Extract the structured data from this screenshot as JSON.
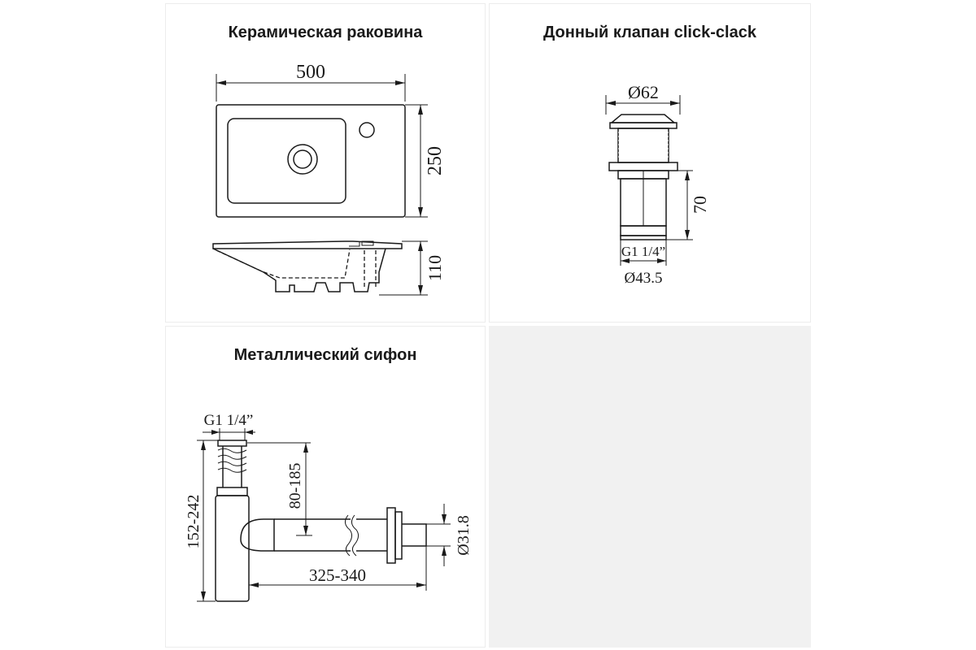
{
  "panels": {
    "sink": {
      "title": "Керамическая раковина",
      "dims": {
        "width": "500",
        "depth": "250",
        "height": "110"
      }
    },
    "valve": {
      "title": "Донный клапан click-clack",
      "dims": {
        "top_diameter": "Ø62",
        "height": "70",
        "thread": "G1 1/4”",
        "bottom_diameter": "Ø43.5"
      }
    },
    "siphon": {
      "title": "Металлический сифон",
      "dims": {
        "thread": "G1 1/4”",
        "total_height": "152-242",
        "inlet_height": "80-185",
        "length": "325-340",
        "outlet_diameter": "Ø31.8"
      }
    }
  }
}
